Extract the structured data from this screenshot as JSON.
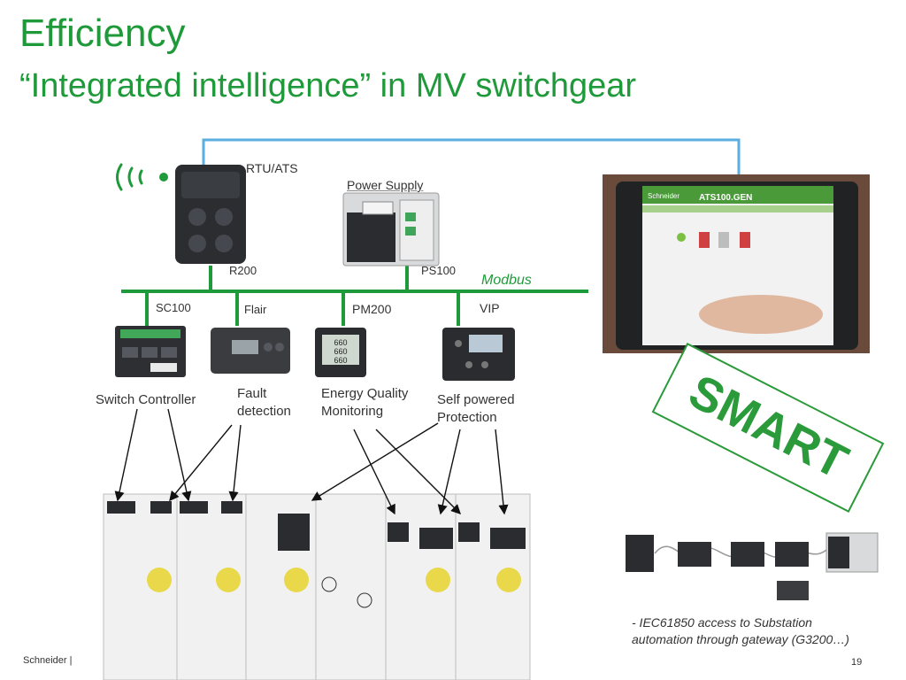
{
  "slide": {
    "title": "Efficiency",
    "subtitle": "“Integrated intelligence” in MV switchgear",
    "footer_left": "Schneider |",
    "page_number": "19"
  },
  "devices": {
    "rtu": {
      "label": "RTU/ATS",
      "model": "R200"
    },
    "power_supply": {
      "label": "Power Supply",
      "model": "PS100"
    },
    "sc100": {
      "model": "SC100",
      "function": "Switch Controller"
    },
    "flair": {
      "model": "Flair",
      "function_line1": "Fault",
      "function_line2": "detection"
    },
    "pm200": {
      "model": "PM200",
      "function_line1": "Energy Quality",
      "function_line2": "Monitoring"
    },
    "vip": {
      "model": "VIP",
      "function_line1": "Self powered",
      "function_line2": "Protection"
    }
  },
  "bus": {
    "label": "Modbus"
  },
  "tablet": {
    "app_title": "ATS100.GEN",
    "brand": "Schneider"
  },
  "smart_stamp": {
    "text": "SMART"
  },
  "gateway_caption": {
    "line1": "- IEC61850 access to Substation",
    "line2": "automation through gateway (G3200…)"
  },
  "colors": {
    "accent_green": "#1f9a3a",
    "link_blue": "#5aaee0"
  }
}
